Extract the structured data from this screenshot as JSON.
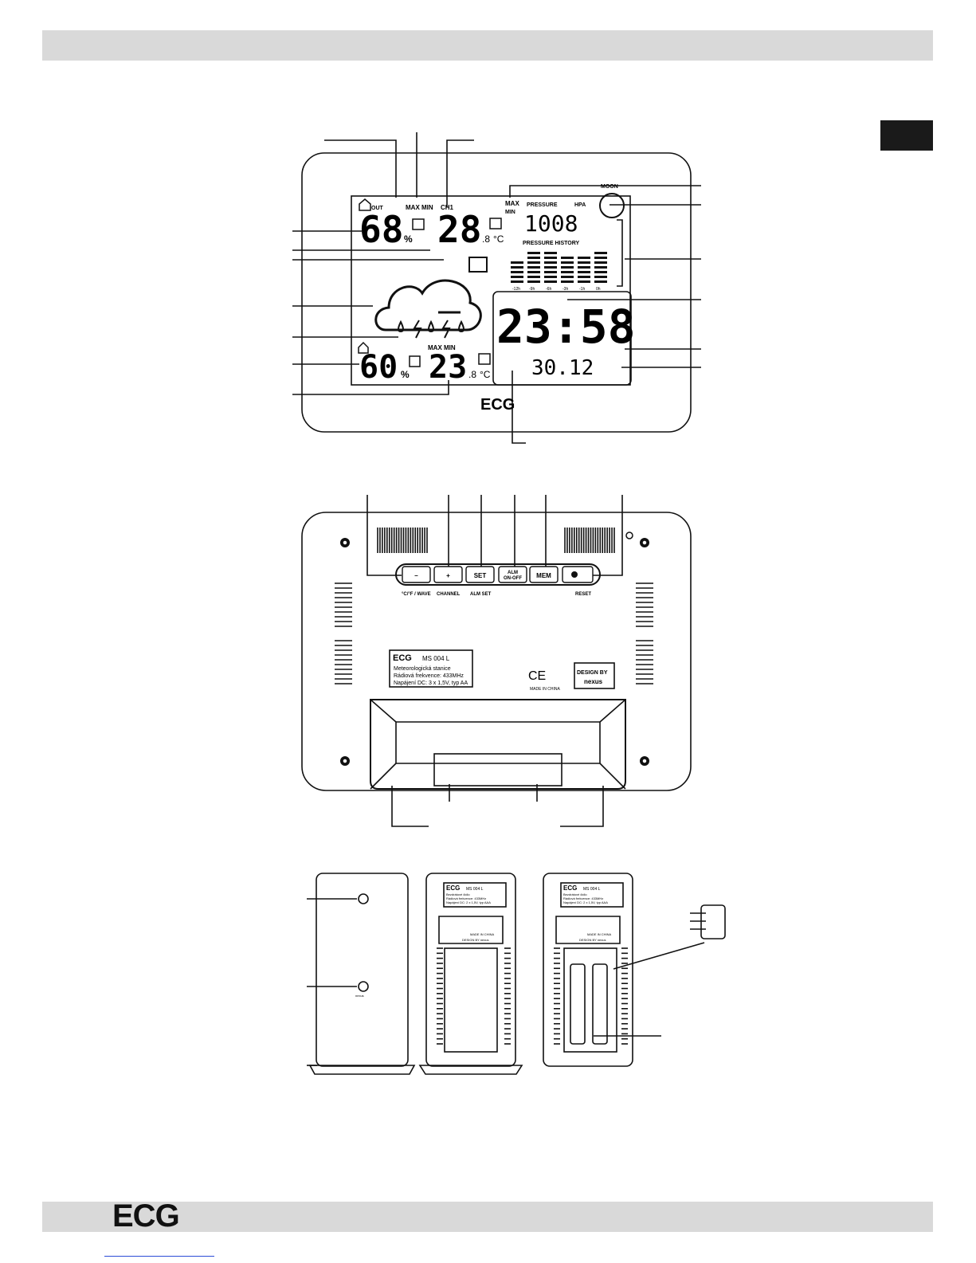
{
  "brand": "ECG",
  "display": {
    "out_label": "OUT",
    "maxmin_label": "MAX MIN",
    "channel_label": "CH1",
    "outdoor_humidity": "68",
    "humidity_unit": "%",
    "outdoor_temp": "28",
    "outdoor_temp_dec": ".8",
    "temp_unit": "°C",
    "max_label": "MAX",
    "min_label": "MIN",
    "pressure_label": "PRESSURE",
    "pressure_unit": "HPA",
    "pressure_value": "1008",
    "moon_label": "MOON",
    "pressure_history_label": "PRESSURE HISTORY",
    "history_ticks": [
      "-12h",
      "-9h",
      "-6h",
      "-3h",
      "-1h",
      "0h"
    ],
    "history_levels": [
      5,
      7,
      7,
      6,
      6,
      7
    ],
    "time": "23:58",
    "date": "30.12",
    "indoor_maxmin_label": "MAX MIN",
    "indoor_humidity": "60",
    "indoor_temp": "23",
    "indoor_temp_dec": ".8",
    "front_logo": "ECG"
  },
  "back": {
    "buttons": [
      "–",
      "+",
      "SET",
      "ALM ON-OFF",
      "MEM"
    ],
    "reset_label": "RESET",
    "sub_labels": [
      "°C/°F / WAVE",
      "CHANNEL",
      "ALM SET"
    ],
    "label_brand": "ECG",
    "label_model": "MS 004 L",
    "label_lines": [
      "Meteorologická stanice",
      "Rádiová frekvence: 433MHz",
      "Napájení DC: 3 x 1,5V, typ AA"
    ],
    "made_in": "MADE IN CHINA",
    "design_by": "DESIGN BY",
    "design_brand": "nexus"
  },
  "sensor": {
    "label_brand": "ECG",
    "label_model": "MS 004 L",
    "label_lines": [
      "Bezdrátové čidlo",
      "Rádiová frekvence: 433MHz",
      "Napájení DC: 2 x 1,5V, typ AAA"
    ],
    "made_in": "MADE IN CHINA",
    "design_by": "DESIGN BY nexus",
    "brand_small": "nexus"
  }
}
